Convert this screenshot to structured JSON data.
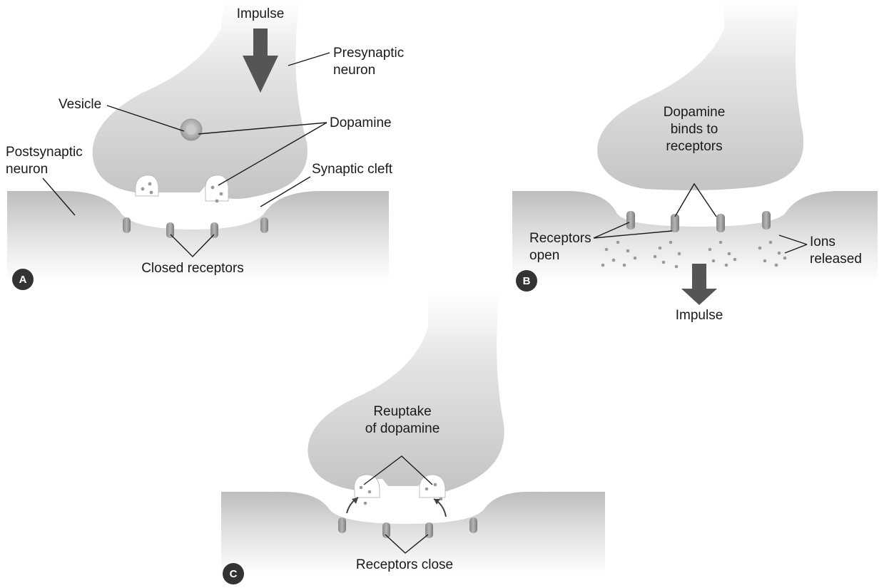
{
  "panels": [
    {
      "id": "A",
      "badge": "A",
      "labels": {
        "impulse": "Impulse",
        "presynaptic_line1": "Presynaptic",
        "presynaptic_line2": "neuron",
        "vesicle": "Vesicle",
        "dopamine": "Dopamine",
        "postsynaptic_line1": "Postsynaptic",
        "postsynaptic_line2": "neuron",
        "synaptic_cleft": "Synaptic cleft",
        "closed_receptors": "Closed receptors"
      }
    },
    {
      "id": "B",
      "badge": "B",
      "labels": {
        "dopamine_binds_line1": "Dopamine",
        "dopamine_binds_line2": "binds to",
        "dopamine_binds_line3": "receptors",
        "receptors_open_line1": "Receptors",
        "receptors_open_line2": "open",
        "ions_line1": "Ions",
        "ions_line2": "released",
        "impulse": "Impulse"
      }
    },
    {
      "id": "C",
      "badge": "C",
      "labels": {
        "reuptake_line1": "Reuptake",
        "reuptake_line2": "of dopamine",
        "receptors_close": "Receptors close"
      }
    }
  ],
  "colors": {
    "membrane": "#d4d4d4",
    "neuron": "#cfcfcf",
    "arrow": "#555555",
    "badge": "#333333"
  }
}
